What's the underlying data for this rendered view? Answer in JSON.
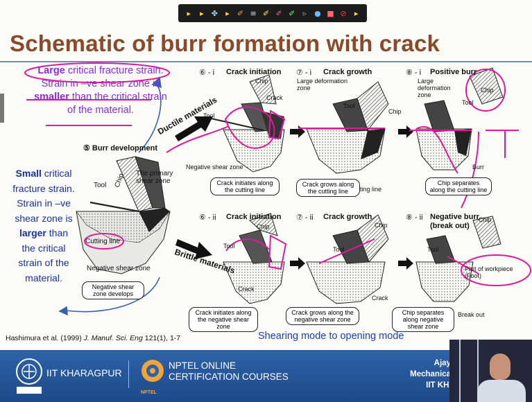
{
  "toolbar": {
    "tools": [
      "▸",
      "▸",
      "✤",
      "▸",
      "✐",
      "≡",
      "✐",
      "✐",
      "✐",
      "▹",
      "●",
      "■",
      "⊘",
      "▸"
    ]
  },
  "slide": {
    "title": "Schematic of burr formation with crack",
    "note_top": {
      "l1a": "Large",
      "l1b": " critical fracture strain.",
      "l2": "Strain in –ve shear zone is",
      "l3a": "smaller",
      "l3b": " than the critical strain",
      "l4": "of the material."
    },
    "note_left": {
      "w1": "Small",
      "w2": " critical fracture strain.",
      "w3": "Strain in –ve shear zone is ",
      "w4": "larger",
      "w5": " than the critical strain of the material."
    },
    "burr_dev": "⑤ Burr development",
    "ductile": "Ductile materials",
    "brittle": "Brittle materials",
    "labels": {
      "tool": "Tool",
      "chip": "Chip",
      "crack": "Crack",
      "primary_shear": "The primary shear zone",
      "cutting_line": "Cutting line",
      "neg_shear": "Negative shear zone",
      "neg_shear_develops": "Negative shear zone develops",
      "large_def": "Large deformation zone",
      "burr": "Burr",
      "break_out": "Break out",
      "part_of_workpiece": "Part of workpiece (Foot)"
    },
    "steps_top": [
      {
        "id": "⑥ - i",
        "title": "Crack initiation",
        "caption": "Crack initiates along the cutting line"
      },
      {
        "id": "⑦ - i",
        "title": "Crack growth",
        "caption": "Crack grows along the cutting line"
      },
      {
        "id": "⑧ - i",
        "title": "Positive burr",
        "caption": "Chip separates along the cutting line"
      }
    ],
    "steps_bottom": [
      {
        "id": "⑥ - ii",
        "title": "Crack initiation",
        "caption": "Crack initiates along the negative shear zone"
      },
      {
        "id": "⑦ - ii",
        "title": "Crack growth",
        "caption": "Crack grows along the negative shear zone"
      },
      {
        "id": "⑧ - ii",
        "title": "Negative burr (break out)",
        "caption": "Chip separates along negative shear zone"
      }
    ],
    "citation_a": "Hashimura et al. (1999) ",
    "citation_j": "J. Manuf. Sci. Eng",
    "citation_b": " 121(1), 1-7",
    "subtitle": "Shearing mode to opening mode"
  },
  "footer": {
    "iit": "IIT KHARAGPUR",
    "nptel_l1": "NPTEL ONLINE",
    "nptel_l2": "CERTIFICATION COURSES",
    "nptel_tag": "NPTEL",
    "presenter_l1": "Ajay Si",
    "presenter_l2": "Mechanical E",
    "presenter_l3": "IIT KHAR"
  },
  "colors": {
    "title": "#8a4a2a",
    "note_top": "#8a2be2",
    "note_left": "#1a2fa0",
    "footer": "#2e62a8",
    "annotation": "#e0189a"
  }
}
